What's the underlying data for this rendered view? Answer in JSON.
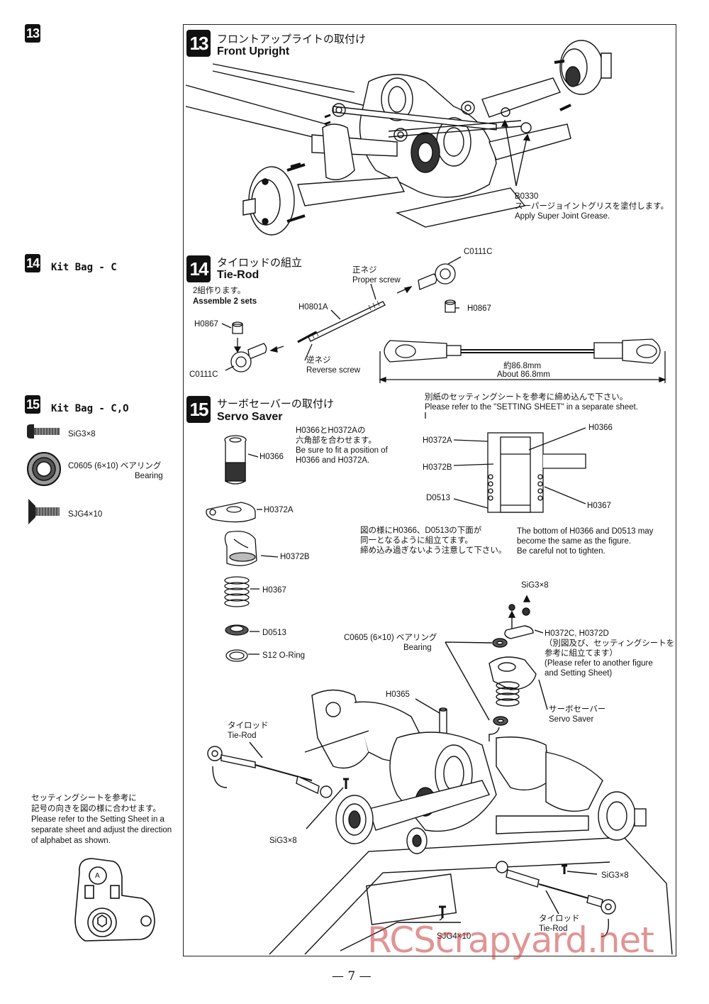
{
  "side": {
    "step13_badge": "13",
    "step14_badge": "14",
    "step14_kit": "Kit Bag - C",
    "step15_badge": "15",
    "step15_kit": "Kit Bag - C,O",
    "parts": [
      {
        "name": "SiG3×8"
      },
      {
        "name": "C0605 (6×10) ベアリング",
        "sub": "Bearing"
      },
      {
        "name": "SJG4×10"
      }
    ],
    "note_lines": [
      "セッティングシートを参考に",
      "記号の向きを図の様に合わせます。",
      "Please refer to the Setting Sheet in a",
      "separate sheet and adjust the direction",
      "of alphabet as shown."
    ],
    "note_label": "A"
  },
  "step13": {
    "badge": "13",
    "title_jp": "フロントアップライトの取付け",
    "title_en": "Front Upright",
    "part": "B0330",
    "note_jp": "スーパージョイントグリスを塗付します。",
    "note_en": "Apply Super Joint Grease."
  },
  "step14": {
    "badge": "14",
    "title_jp": "タイロッドの組立",
    "title_en": "Tie-Rod",
    "sets_jp": "2組作ります。",
    "sets_en": "Assemble 2 sets",
    "proper_jp": "正ネジ",
    "proper_en": "Proper screw",
    "reverse_jp": "逆ネジ",
    "reverse_en": "Reverse screw",
    "labels": {
      "c0111c_top": "C0111C",
      "h0867_right": "H0867",
      "h0801a": "H0801A",
      "h0867_left": "H0867",
      "c0111c_bottom": "C0111C"
    },
    "dim_jp": "約86.8mm",
    "dim_en": "About 86.8mm"
  },
  "step15": {
    "badge": "15",
    "title_jp": "サーボセーバーの取付け",
    "title_en": "Servo Saver",
    "sheet_jp": "別紙のセッティングシートを参考に締め込んで下さい。",
    "sheet_en": "Please refer to the \"SETTING SHEET\" in a separate sheet.",
    "hex_note": [
      "H0366とH0372Aの",
      "六角部を合わせます。",
      "Be sure to fit a position of",
      "H0366 and H0372A."
    ],
    "stack": [
      "H0366",
      "H0372A",
      "H0372B",
      "H0367",
      "D0513",
      "S12 O-Ring"
    ],
    "section": {
      "h0366": "H0366",
      "h0372a": "H0372A",
      "h0372b": "H0372B",
      "d0513": "D0513",
      "h0367": "H0367"
    },
    "same_jp": [
      "図の様にH0366、D0513の下面が",
      "同一となるように組立てます。",
      "締め込み過ぎないよう注意して下さい。"
    ],
    "same_en": [
      "The bottom of H0366 and D0513 may",
      "become the same as the figure.",
      "Be careful not to tighten."
    ],
    "sig_top": "SiG3×8",
    "h0372cd": "H0372C, H0372D",
    "h0372cd_note": [
      "（別図及び、セッティングシートを",
      "参考に組立てます）",
      "(Please refer to another figure",
      " and Setting Sheet)"
    ],
    "bearing": "C0605 (6×10) ベアリング",
    "bearing_en": "Bearing",
    "h0365": "H0365",
    "saver_jp": "サーボセーバー",
    "saver_en": "Servo Saver",
    "tierod_left_jp": "タイロッド",
    "tierod_left_en": "Tie-Rod",
    "sig_left": "SiG3×8",
    "sig_right": "SiG3×8",
    "sjg": "SJG4×10",
    "tierod_right_jp": "タイロッド",
    "tierod_right_en": "Tie-Rod"
  },
  "watermark": "RCScrapyard.net",
  "page_number": "— 7 —"
}
